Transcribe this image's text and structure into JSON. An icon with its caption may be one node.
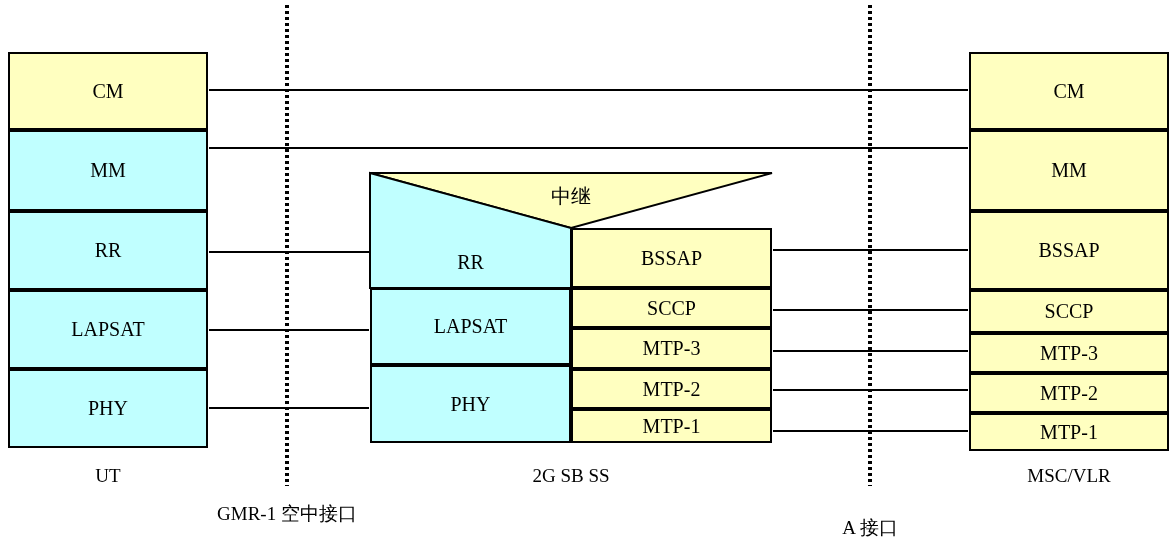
{
  "diagram": {
    "nodes": [
      {
        "text": [
          "CM"
        ]
      },
      {
        "text": [
          "MM"
        ]
      },
      {
        "text": [
          "RR"
        ]
      },
      {
        "text": [
          "LAPSAT"
        ]
      },
      {
        "text": [
          "PHY"
        ]
      },
      {
        "text": [
          "中继"
        ]
      },
      {
        "text": [
          "RR"
        ]
      },
      {
        "text": [
          "BSSAP"
        ]
      },
      {
        "text": [
          "LAPSAT"
        ]
      },
      {
        "text": [
          "SCCP"
        ]
      },
      {
        "text": [
          "MTP-3"
        ]
      },
      {
        "text": [
          "PHY"
        ]
      },
      {
        "text": [
          "MTP-2"
        ]
      },
      {
        "text": [
          "MTP-1"
        ]
      },
      {
        "text": [
          "CM"
        ]
      },
      {
        "text": [
          "MM"
        ]
      },
      {
        "text": [
          "BSSAP"
        ]
      },
      {
        "text": [
          "SCCP"
        ]
      },
      {
        "text": [
          "MTP-3"
        ]
      },
      {
        "text": [
          "MTP-2"
        ]
      },
      {
        "text": [
          "MTP-1"
        ]
      }
    ],
    "edges": [
      {
        "from": 0,
        "to": 14,
        "arrow": "none"
      },
      {
        "from": 1,
        "to": 15,
        "arrow": "none"
      },
      {
        "from": 2,
        "to": 6,
        "arrow": "none"
      },
      {
        "from": 3,
        "to": 8,
        "arrow": "none"
      },
      {
        "from": 4,
        "to": 11,
        "arrow": "none"
      },
      {
        "from": 7,
        "to": 16,
        "arrow": "none"
      },
      {
        "from": 9,
        "to": 17,
        "arrow": "none"
      },
      {
        "from": 10,
        "to": 18,
        "arrow": "none"
      },
      {
        "from": 12,
        "to": 19,
        "arrow": "none"
      },
      {
        "from": 13,
        "to": 20,
        "arrow": "none"
      }
    ],
    "labels": [
      "UT",
      "GMR-1 空中接口",
      "2G SB SS",
      "A 接口",
      "MSC/VLR"
    ]
  }
}
